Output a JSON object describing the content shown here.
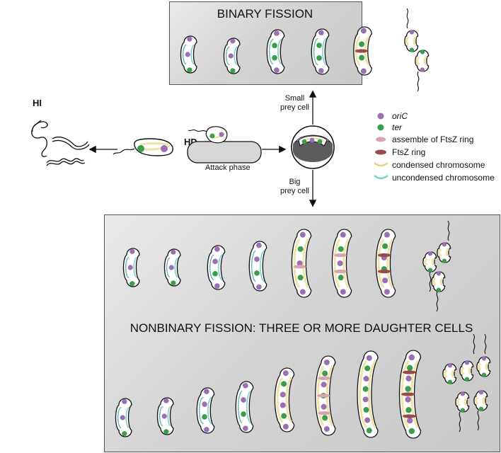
{
  "binary_fission_title": "BINARY FISSION",
  "nonbinary_fission_title": "NONBINARY FISSION: THREE OR MORE DAUGHTER CELLS",
  "hi_label": "HI",
  "hd_label": "HD",
  "attack_phase_label": "Attack phase",
  "small_prey_label": "Small\nprey cell",
  "big_prey_label": "Big\nprey cell",
  "legend": [
    {
      "symbol": "oriC-dot",
      "label": "oriC",
      "italic": true,
      "color": "#9b6fb3"
    },
    {
      "symbol": "ter-dot",
      "label": "ter",
      "italic": true,
      "color": "#3a9d4a"
    },
    {
      "symbol": "ftsz-assembly",
      "label": "assemble of FtsZ ring",
      "italic": false,
      "color": "#d9a3b0"
    },
    {
      "symbol": "ftsz-ring",
      "label": "FtsZ ring",
      "italic": false,
      "color": "#9a4a4a"
    },
    {
      "symbol": "condensed-chromosome",
      "label": "condensed chromosome",
      "italic": false,
      "color": "#efe3a8"
    },
    {
      "symbol": "uncondensed-chromosome",
      "label": "uncondensed chromosome",
      "italic": false,
      "color": "#7fcfcf"
    }
  ],
  "colors": {
    "oriC": "#9b6fb3",
    "ter": "#3a9d4a",
    "ftsz_assembly": "#d9a3b0",
    "ftsz_ring": "#9a4a4a",
    "condensed": "#efe3a8",
    "uncondensed": "#7fcfcf",
    "prey": "#555555",
    "box_bg": "#d9d9d9"
  }
}
